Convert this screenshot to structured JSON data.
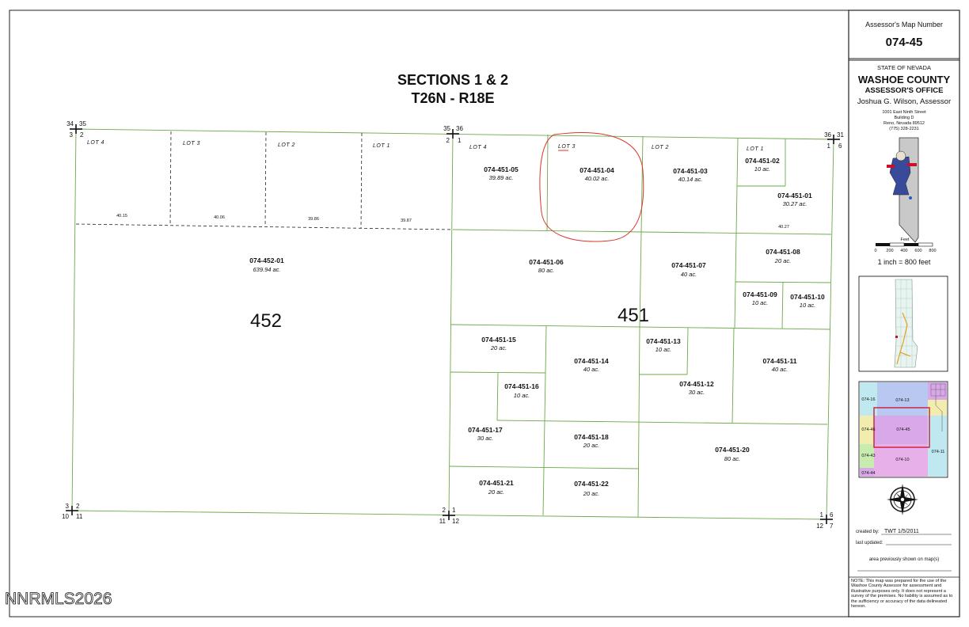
{
  "title": {
    "line1": "SECTIONS  1  &  2",
    "line2": "T26N - R18E"
  },
  "watermark": "NNRMLS2026",
  "book_numbers": {
    "left": "452",
    "right": "451"
  },
  "lots": {
    "sec2": [
      "LOT  4",
      "LOT  3",
      "LOT  2",
      "LOT  1"
    ],
    "sec1": [
      "LOT  4",
      "LOT  3",
      "LOT  2",
      "LOT  1"
    ]
  },
  "lot_widths": [
    "40.15",
    "40.06",
    "39.86",
    "39.87",
    "40.27"
  ],
  "section_corners": {
    "nw": {
      "a": "34",
      "b": "35",
      "c": "3",
      "d": "2"
    },
    "nmid": {
      "a": "35",
      "b": "36",
      "c": "2",
      "d": "1"
    },
    "ne": {
      "a": "36",
      "b": "31",
      "c": "1",
      "d": "6"
    },
    "sw": {
      "a": "3",
      "b": "2",
      "c": "10",
      "d": "11"
    },
    "smid": {
      "a": "2",
      "b": "1",
      "c": "11",
      "d": "12"
    },
    "se": {
      "a": "1",
      "b": "6",
      "c": "12",
      "d": "7"
    }
  },
  "parcels": [
    {
      "id": "074-452-01",
      "acres": "639.94 ac."
    },
    {
      "id": "074-451-05",
      "acres": "39.89 ac."
    },
    {
      "id": "074-451-04",
      "acres": "40.02 ac."
    },
    {
      "id": "074-451-03",
      "acres": "40.14 ac."
    },
    {
      "id": "074-451-02",
      "acres": "10 ac."
    },
    {
      "id": "074-451-01",
      "acres": "30.27 ac."
    },
    {
      "id": "074-451-06",
      "acres": "80 ac."
    },
    {
      "id": "074-451-07",
      "acres": "40 ac."
    },
    {
      "id": "074-451-08",
      "acres": "20 ac."
    },
    {
      "id": "074-451-09",
      "acres": "10 ac."
    },
    {
      "id": "074-451-10",
      "acres": "10 ac."
    },
    {
      "id": "074-451-15",
      "acres": "20 ac."
    },
    {
      "id": "074-451-14",
      "acres": "40 ac."
    },
    {
      "id": "074-451-13",
      "acres": "10 ac."
    },
    {
      "id": "074-451-11",
      "acres": "40 ac."
    },
    {
      "id": "074-451-16",
      "acres": "10 ac."
    },
    {
      "id": "074-451-12",
      "acres": "30 ac."
    },
    {
      "id": "074-451-17",
      "acres": "30 ac."
    },
    {
      "id": "074-451-18",
      "acres": "20 ac."
    },
    {
      "id": "074-451-20",
      "acres": "80 ac."
    },
    {
      "id": "074-451-21",
      "acres": "20 ac."
    },
    {
      "id": "074-451-22",
      "acres": "20 ac."
    }
  ],
  "title_block": {
    "map_number_label": "Assessor's Map Number",
    "map_number": "074-45",
    "state": "STATE OF NEVADA",
    "county": "WASHOE COUNTY",
    "office": "ASSESSOR'S OFFICE",
    "assessor": "Joshua G. Wilson, Assessor",
    "address1": "1001 East Ninth Street",
    "address2": "Building D",
    "address3": "Reno, Nevada  89512",
    "phone": "(775) 328-2231",
    "scale_unit": "Feet",
    "scale_ticks": [
      "0",
      "200",
      "400",
      "600",
      "800"
    ],
    "scale_text": "1 inch = 800 feet",
    "index_maps": [
      "074-16",
      "074-13",
      "074-46",
      "074-45",
      "074-43",
      "074-10",
      "074-11",
      "074-44"
    ],
    "created_by_label": "created by:",
    "created_by": "TWT 1/5/2011",
    "last_updated_label": "last updated:",
    "previous_label": "area previously shown on map(s)",
    "note": "NOTE:  This map was prepared for the use of the Washoe County Assessor for assessment and illustrative purposes only.  It does not represent a survey of the premises.  No liability is assumed as to the sufficiency or accuracy of the data delineated hereon."
  },
  "colors": {
    "boundary": "#6aaa4a",
    "highlight": "#d9362a",
    "index_blue": "#b8c8f0",
    "index_purple": "#d9a8e8",
    "index_yellow": "#f2ecae",
    "index_green": "#c8ecae",
    "index_cyan": "#bfe8f0",
    "index_red": "#c8102e"
  }
}
